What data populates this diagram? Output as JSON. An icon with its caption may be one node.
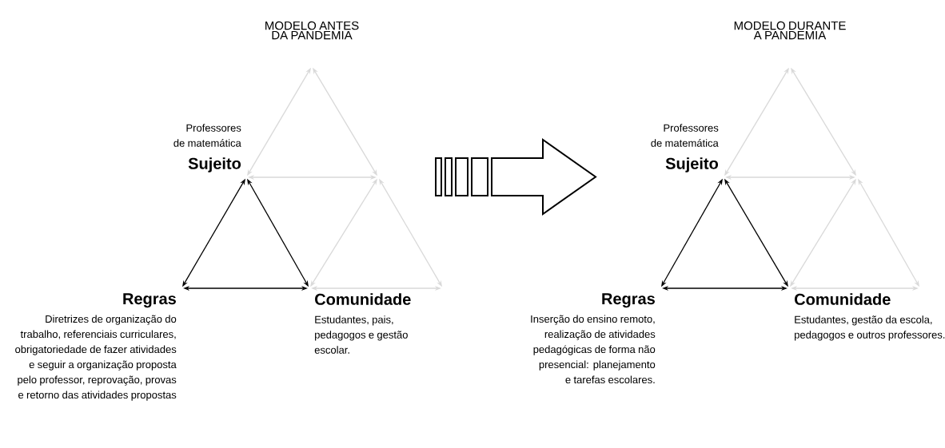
{
  "diagram": {
    "nodes": [
      {
        "text": [
          "Professores de matemática",
          "Sujeito"
        ]
      },
      {
        "text": [
          "Regras",
          "Diretrizes de organização do trabalho, referenciais curriculares, obrigatoriedade de fazer atividades e seguir a organização proposta pelo professor, reprovação, provas e retorno das atividades propostas"
        ]
      },
      {
        "text": [
          "Comunidade",
          "Estudantes, pais, pedagogos e gestão escolar."
        ]
      },
      {
        "text": [
          "Professores de matemática",
          "Sujeito"
        ]
      },
      {
        "text": [
          "Regras",
          "Inserção do ensino remoto, realização de atividades pedagógicas de forma não presencial: planejamento e tarefas escolares."
        ]
      },
      {
        "text": [
          "Comunidade",
          "Estudantes, gestão da escola, pedagogos e outros professores."
        ]
      }
    ],
    "edges": [
      {
        "from": 0,
        "to": null,
        "arrow": "both"
      },
      {
        "from": 0,
        "to": null,
        "arrow": "both"
      },
      {
        "from": 2,
        "to": null,
        "arrow": "both"
      },
      {
        "from": 2,
        "to": null,
        "arrow": "both"
      },
      {
        "from": 0,
        "to": 1,
        "arrow": "both",
        "color": "#000000"
      },
      {
        "from": 0,
        "to": 2,
        "arrow": "both",
        "color": "#000000"
      },
      {
        "from": 1,
        "to": 2,
        "arrow": "both",
        "color": "#000000"
      },
      {
        "from": 3,
        "to": null,
        "arrow": "both"
      },
      {
        "from": 3,
        "to": null,
        "arrow": "both"
      },
      {
        "from": 5,
        "to": null,
        "arrow": "both"
      },
      {
        "from": 5,
        "to": null,
        "arrow": "both"
      },
      {
        "from": 3,
        "to": 4,
        "arrow": "both",
        "color": "#000000"
      },
      {
        "from": 3,
        "to": 5,
        "arrow": "both",
        "color": "#000000"
      },
      {
        "from": 4,
        "to": 5,
        "arrow": "both",
        "color": "#000000"
      }
    ],
    "labels": [
      "MODELO ANTES DA PANDEMIA",
      "MODELO DURANTE A PANDEMIA"
    ]
  }
}
